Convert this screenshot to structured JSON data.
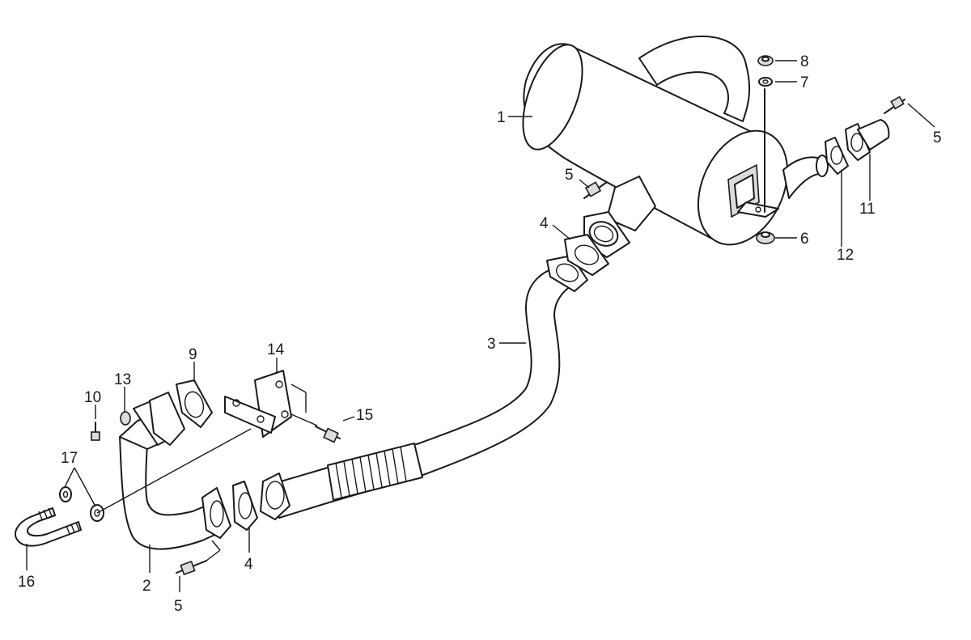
{
  "diagram": {
    "labels": {
      "l1": "1",
      "l2": "2",
      "l3": "3",
      "l4a": "4",
      "l4b": "4",
      "l5a": "5",
      "l5b": "5",
      "l5c": "5",
      "l6": "6",
      "l7": "7",
      "l8": "8",
      "l9": "9",
      "l10": "10",
      "l11": "11",
      "l12": "12",
      "l13": "13",
      "l14": "14",
      "l15": "15",
      "l16": "16",
      "l17": "17"
    }
  }
}
